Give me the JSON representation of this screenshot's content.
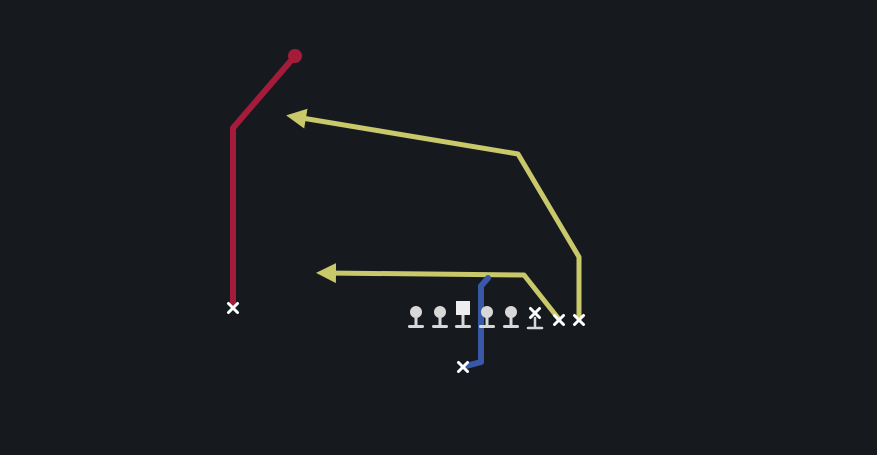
{
  "diagram": {
    "background_color": "#161a1f",
    "route_colors": {
      "red": "#a51c3a",
      "yellow": "#c9c86a",
      "blue": "#3a58a8",
      "player_marker": "#ffffff",
      "lineman": "#d8d8d8"
    },
    "players": [
      {
        "id": "left-receiver",
        "symbol": "x",
        "route": "red"
      },
      {
        "id": "slot-receiver",
        "symbol": "x",
        "route": "yellow"
      },
      {
        "id": "right-receiver",
        "symbol": "x",
        "route": "yellow"
      },
      {
        "id": "running-back",
        "symbol": "x",
        "route": "blue"
      },
      {
        "id": "tight-end",
        "symbol": "x",
        "route": "none"
      }
    ],
    "linemen": [
      {
        "id": "lineman-1",
        "shape": "round"
      },
      {
        "id": "lineman-2",
        "shape": "round"
      },
      {
        "id": "center",
        "shape": "square"
      },
      {
        "id": "lineman-4",
        "shape": "round"
      },
      {
        "id": "lineman-5",
        "shape": "round"
      }
    ]
  }
}
